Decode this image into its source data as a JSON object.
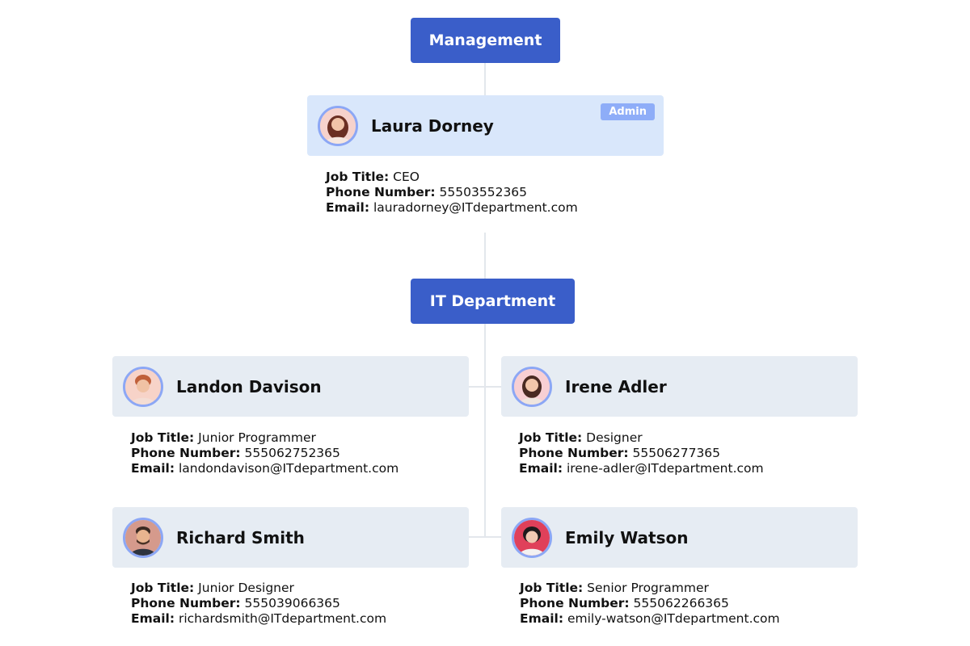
{
  "departments": {
    "management": {
      "label": "Management"
    },
    "it": {
      "label": "IT Department"
    }
  },
  "labels": {
    "job_title": "Job Title:",
    "phone": "Phone Number:",
    "email": "Email:"
  },
  "people": {
    "laura": {
      "name": "Laura Dorney",
      "badge": "Admin",
      "job_title": "CEO",
      "phone": "55503552365",
      "email": "lauradorney@ITdepartment.com"
    },
    "landon": {
      "name": "Landon Davison",
      "job_title": "Junior Programmer",
      "phone": "555062752365",
      "email": "landondavison@ITdepartment.com"
    },
    "irene": {
      "name": "Irene Adler",
      "job_title": "Designer",
      "phone": "55506277365",
      "email": "irene-adler@ITdepartment.com"
    },
    "richard": {
      "name": "Richard Smith",
      "job_title": "Junior Designer",
      "phone": "555039066365",
      "email": "richardsmith@ITdepartment.com"
    },
    "emily": {
      "name": "Emily Watson",
      "job_title": "Senior Programmer",
      "phone": "555062266365",
      "email": "emily-watson@ITdepartment.com"
    }
  },
  "colors": {
    "department_fill": "#3a5ec9",
    "card_fill": "#e6ecf3",
    "highlight_card_fill": "#d9e7fb",
    "badge_fill": "#8eadf8",
    "avatar_ring": "#8ca7f5",
    "connector": "#e3e7ec"
  },
  "icons": {
    "avatar": "person-avatar-icon"
  }
}
